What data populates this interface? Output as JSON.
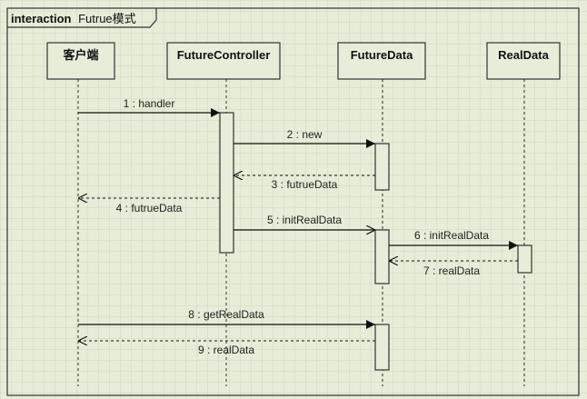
{
  "frame": {
    "keyword": "interaction",
    "name": "Futrue模式"
  },
  "lifelines": [
    {
      "id": "client",
      "label": "客户端"
    },
    {
      "id": "controller",
      "label": "FutureController"
    },
    {
      "id": "futuredata",
      "label": "FutureData"
    },
    {
      "id": "realdata",
      "label": "RealData"
    }
  ],
  "messages": [
    {
      "label": "1 : handler",
      "from": "client",
      "to": "controller",
      "kind": "call"
    },
    {
      "label": "2 : new",
      "from": "controller",
      "to": "futuredata",
      "kind": "call"
    },
    {
      "label": "3 : futrueData",
      "from": "futuredata",
      "to": "controller",
      "kind": "return"
    },
    {
      "label": "4 : futrueData",
      "from": "controller",
      "to": "client",
      "kind": "return"
    },
    {
      "label": "5 : initRealData",
      "from": "controller",
      "to": "futuredata",
      "kind": "async"
    },
    {
      "label": "6 : initRealData",
      "from": "futuredata",
      "to": "realdata",
      "kind": "call"
    },
    {
      "label": "7 : realData",
      "from": "realdata",
      "to": "futuredata",
      "kind": "return"
    },
    {
      "label": "8 : getRealData",
      "from": "client",
      "to": "futuredata",
      "kind": "call"
    },
    {
      "label": "9 : realData",
      "from": "futuredata",
      "to": "client",
      "kind": "return"
    }
  ],
  "colors": {
    "background": "#e6edd9",
    "grid": "#cdd8bd",
    "line": "#222222",
    "box_fill": "#e6edd9"
  }
}
